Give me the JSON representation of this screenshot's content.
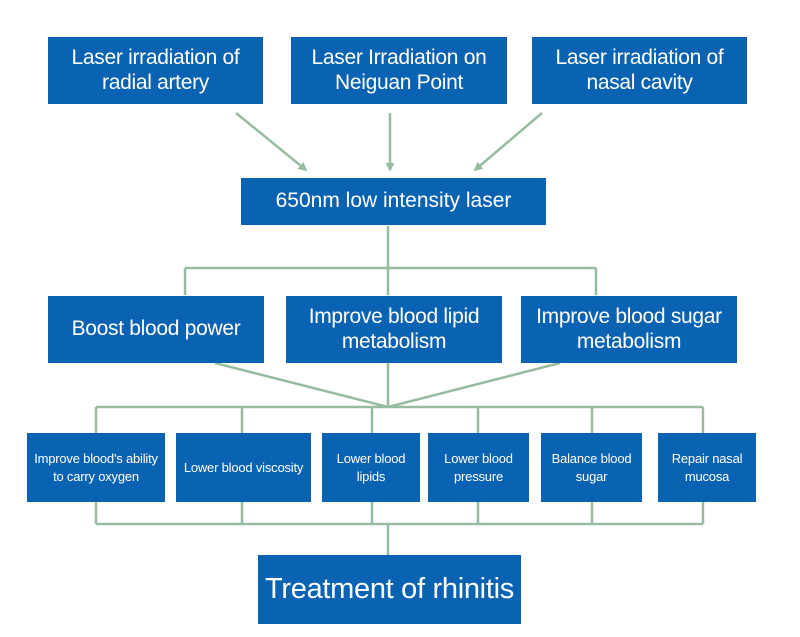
{
  "colors": {
    "box": "#0a63b2",
    "connector": "#97bc9f",
    "text": "#ffffff",
    "background": "#ffffff"
  },
  "sources": [
    "Laser irradiation of radial artery",
    "Laser Irradiation on Neiguan Point",
    "Laser irradiation of nasal cavity"
  ],
  "core": "650nm low intensity laser",
  "effects": [
    "Boost blood power",
    "Improve blood lipid metabolism",
    "Improve blood sugar metabolism"
  ],
  "results": [
    "Improve blood's ability to carry oxygen",
    "Lower blood viscosity",
    "Lower blood lipids",
    "Lower blood pressure",
    "Balance blood sugar",
    "Repair nasal mucosa"
  ],
  "outcome": "Treatment of rhinitis"
}
